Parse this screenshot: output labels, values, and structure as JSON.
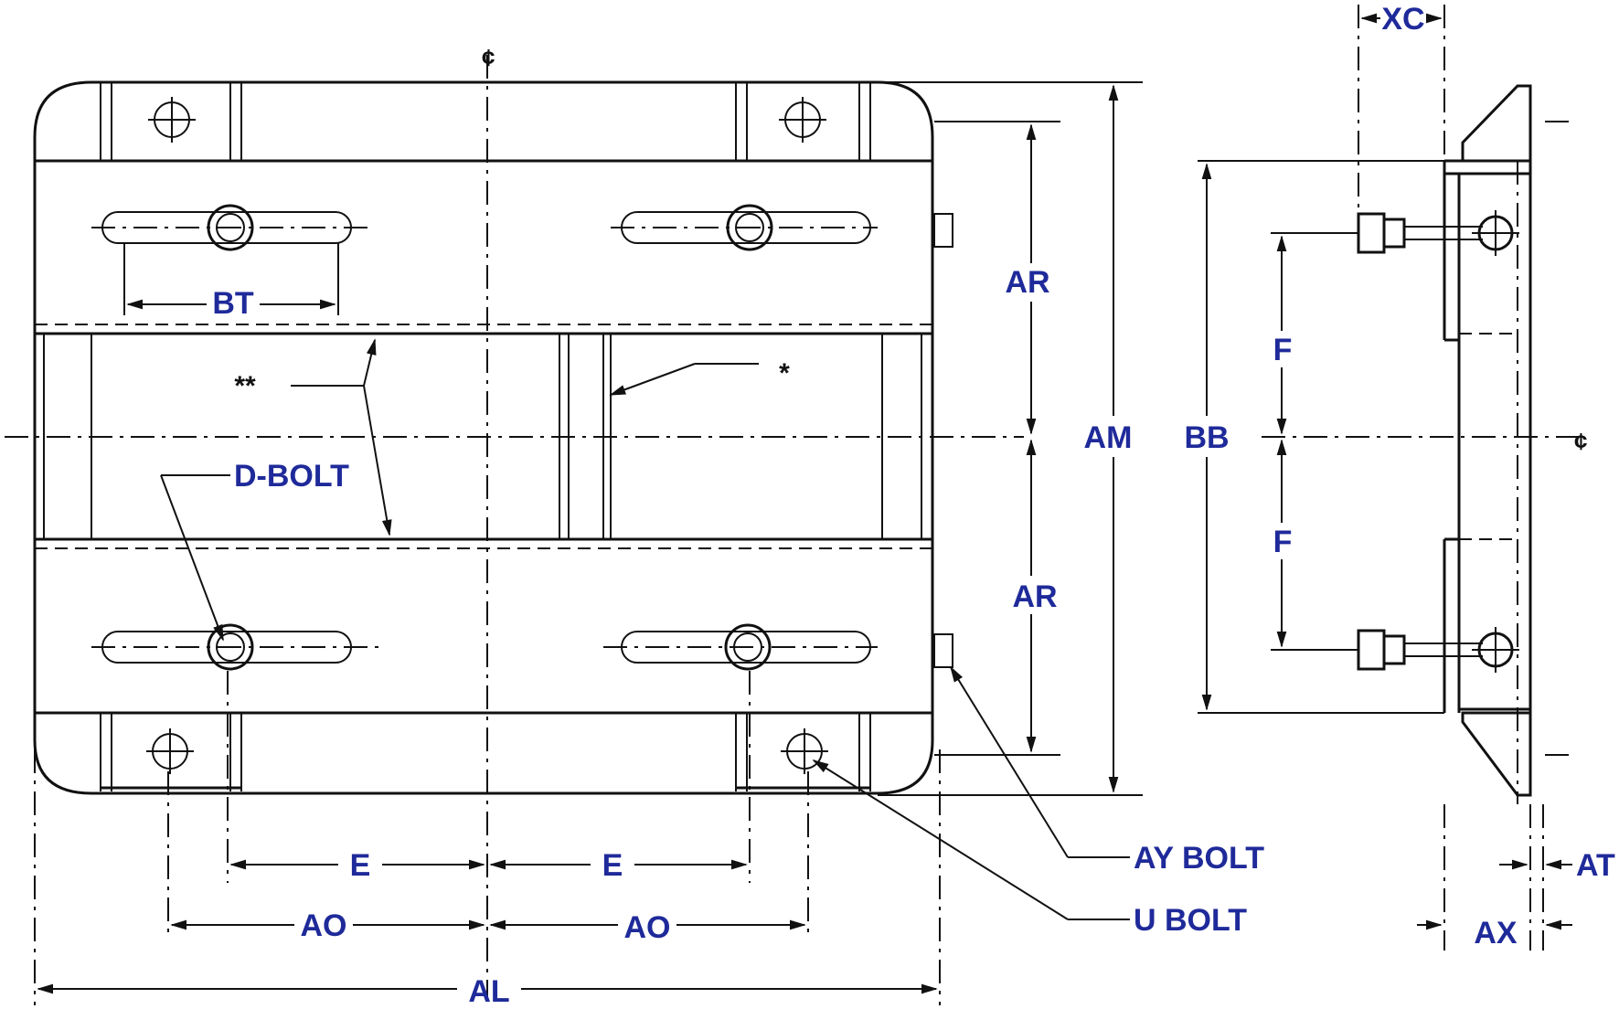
{
  "colors": {
    "label": "#1f2a9a",
    "line": "#111111"
  },
  "labels": {
    "bt": "BT",
    "ar_top": "AR",
    "ar_bottom": "AR",
    "am": "AM",
    "bb": "BB",
    "f_top": "F",
    "f_bottom": "F",
    "xc": "XC",
    "d_bolt": "D-BOLT",
    "double_star": "**",
    "single_star": "*",
    "e_left": "E",
    "e_right": "E",
    "ao_left": "AO",
    "ao_right": "AO",
    "al": "AL",
    "ay_bolt": "AY BOLT",
    "u_bolt": "U BOLT",
    "at": "AT",
    "ax": "AX"
  }
}
